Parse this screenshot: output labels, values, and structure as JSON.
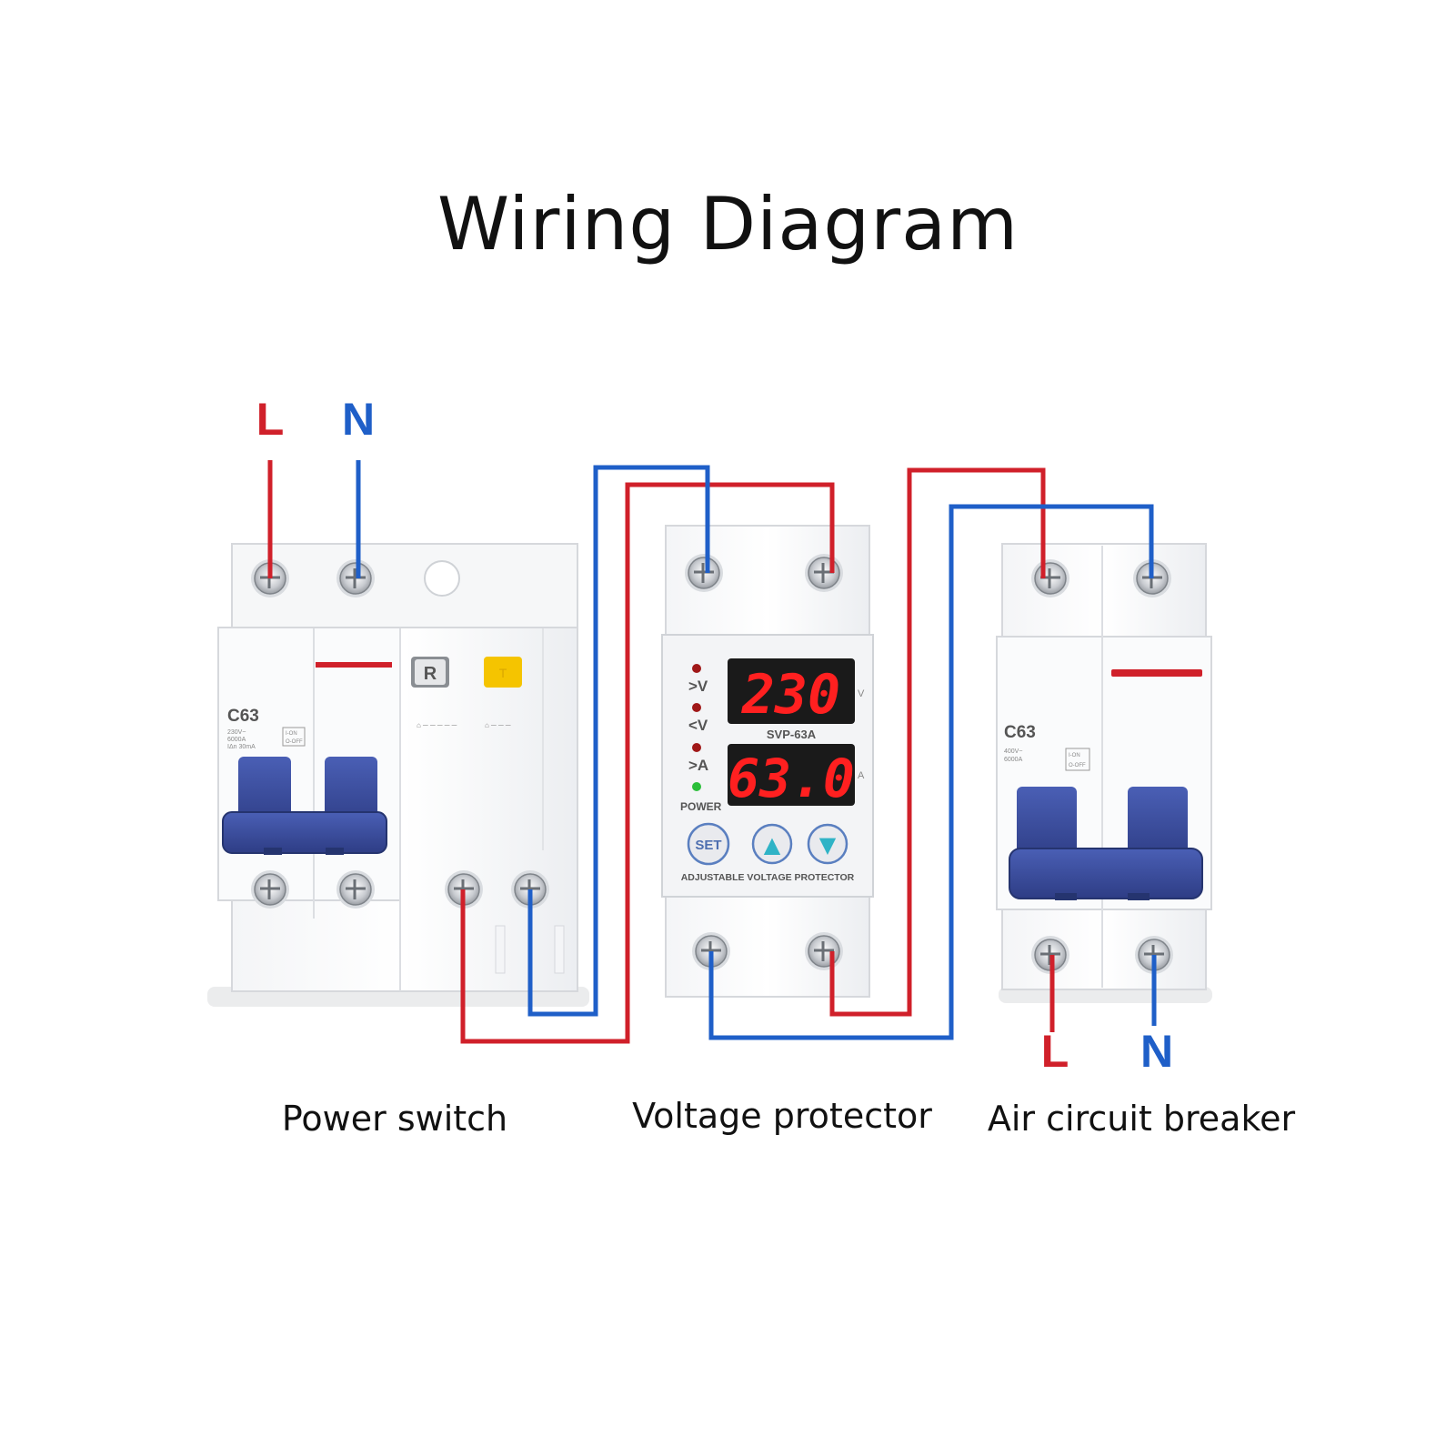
{
  "title": "Wiring Diagram",
  "colors": {
    "live": "#d0202a",
    "neutral": "#1f5fc8",
    "handle": "#3b4fa0",
    "display_bg": "#1a1a1a",
    "digits": "#ff2020",
    "power_led": "#2bbf3a",
    "alarm_led": "#a01818"
  },
  "devices": {
    "power_switch": {
      "caption": "Power switch",
      "input_labels": {
        "live": "L",
        "neutral": "N"
      },
      "rating": "C63",
      "reset_button": "R",
      "test_button": "T",
      "specs": [
        "230V~",
        "6000A",
        "IΔn 30mA"
      ],
      "switch_states": [
        "I-ON",
        "O-OFF"
      ]
    },
    "voltage_protector": {
      "caption": "Voltage protector",
      "model": "SVP-63A",
      "voltage_display": "230",
      "current_display": "63.0",
      "voltage_unit": "V",
      "current_unit": "A",
      "indicators": [
        ">V",
        "<V",
        ">A",
        "POWER"
      ],
      "buttons": {
        "set": "SET",
        "up": "▲",
        "down": "▼"
      },
      "product_name": "ADJUSTABLE VOLTAGE PROTECTOR"
    },
    "air_circuit_breaker": {
      "caption": "Air circuit breaker",
      "output_labels": {
        "live": "L",
        "neutral": "N"
      },
      "rating": "C63",
      "specs": [
        "400V~",
        "6000A"
      ],
      "switch_states": [
        "I-ON",
        "O-OFF"
      ]
    }
  }
}
